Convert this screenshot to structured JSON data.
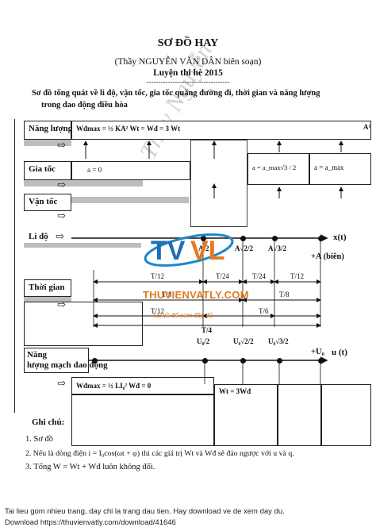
{
  "header": {
    "title": "SƠ ĐỒ HAY",
    "author": "(Thầy NGUYỄN VĂN DÂN biên soạn)",
    "subtitle": "Luyện thi hè 2015",
    "separator": "-----------------------------------",
    "intro_line1": "Sơ đồ tổng quát về li độ, vận tốc, gia tốc quãng đường đi, thời gian và năng lượng",
    "intro_line2": "trong dao động điều hòa"
  },
  "rows": {
    "energy": "Năng lượng",
    "accel": "Gia tốc",
    "velocity": "Vận tốc",
    "position": "Li độ",
    "time": "Thời gian",
    "circuit_line1": "Năng",
    "circuit_line2": "lượng mạch dao động"
  },
  "formulas": {
    "w_top": "Wđmax = ½ KA² Wt = Wđ = 3 Wt",
    "a_zero": "a = 0",
    "a_mid": "a = a_max√3 / 2",
    "a_max": "a = a_max",
    "a1": "A¹",
    "w_bottom": "Wđmax = ½ LI₀² Wđ = 0",
    "w_bottom2": "Wt = 3Wđ"
  },
  "axis": {
    "x_label": "x(t)",
    "plus_a": "+A (biên)",
    "a_half": "A/2",
    "a_sqrt2": "A√2/2",
    "a_sqrt3": "A√3/2",
    "u_label": "u (t)",
    "plus_u0": "+U₀",
    "u_half": "U₀/2",
    "u_sqrt2": "U₀√2/2",
    "u_sqrt3": "U₀√3/2"
  },
  "time": {
    "t12a": "T/12",
    "t24": "T/24",
    "t24b": "T/24",
    "t12b": "T/12",
    "t8a": "T/8",
    "t8b": "T/8",
    "t12c": "T/12",
    "t6": "T/6",
    "t4": "T/4"
  },
  "brand": {
    "logo_text": "TVVL",
    "site": "THUVIENVATLY.COM",
    "tagline": "Tải về để xem đầy đủ",
    "watermark": "Thầy Nguyễn"
  },
  "notes": {
    "heading": "Ghi chú:",
    "n1": "1. Sơ đồ",
    "n2": "2. Nếu là dòng điện  i = I₀cos(ωt + φ) thì các giá trị Wt và Wđ sẽ đảo ngược với u và q.",
    "n3": "3.  Tổng  W = Wt + Wđ luôn không đổi."
  },
  "footer": {
    "line1": "Tai lieu gom nhieu trang, day chi la trang dau tien. Hay download ve de xem day du.",
    "line2": "Download https://thuvienvatly.com/download/41646"
  }
}
